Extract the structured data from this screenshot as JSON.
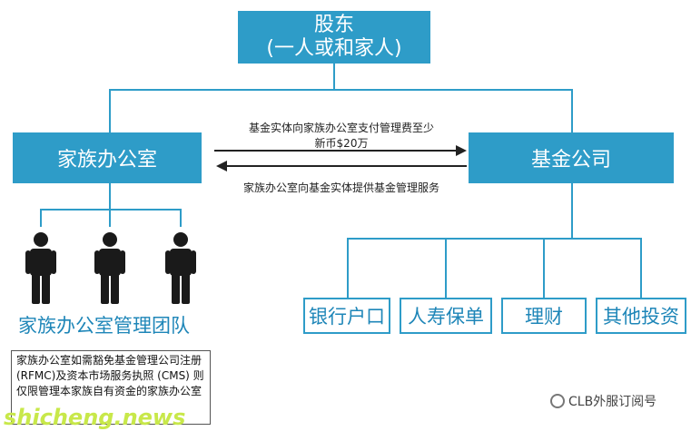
{
  "shareholder": {
    "title": "股东",
    "subtitle": "(一人或和家人)"
  },
  "family_office": "家族办公室",
  "fund_company": "基金公司",
  "fee_arrow_label": {
    "line1": "基金实体向家族办公室支付管理费至少",
    "line2": "新币$20万"
  },
  "service_arrow_label": "家族办公室向基金实体提供基金管理服务",
  "team_label": "家族办公室管理团队",
  "fund_products": [
    "银行户口",
    "人寿保单",
    "理财",
    "其他投资"
  ],
  "note_text": "家族办公室如需豁免基金管理公司注册(RFMC)及资本市场服务执照 (CMS) 则仅限管理本家族自有资金的家族办公室",
  "watermark": "CLB外服订阅号",
  "site_watermark": "shicheng.news",
  "colors": {
    "primary": "#2e9cc8",
    "person": "#1a1a1a"
  }
}
